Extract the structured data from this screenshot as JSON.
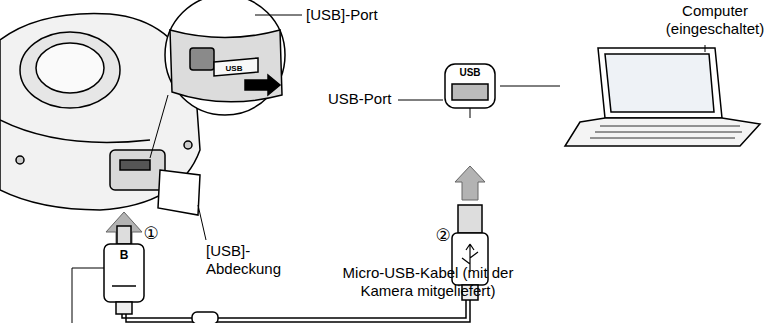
{
  "diagram": {
    "labels": [
      "[USB]-Port",
      "Computer (eingeschaltet)",
      "USB-Port",
      "USB",
      "USB",
      "①",
      "②",
      "[USB]- Abdeckung",
      "Micro-USB-Kabel (mit der Kamera mitgeliefert)",
      "B"
    ]
  }
}
